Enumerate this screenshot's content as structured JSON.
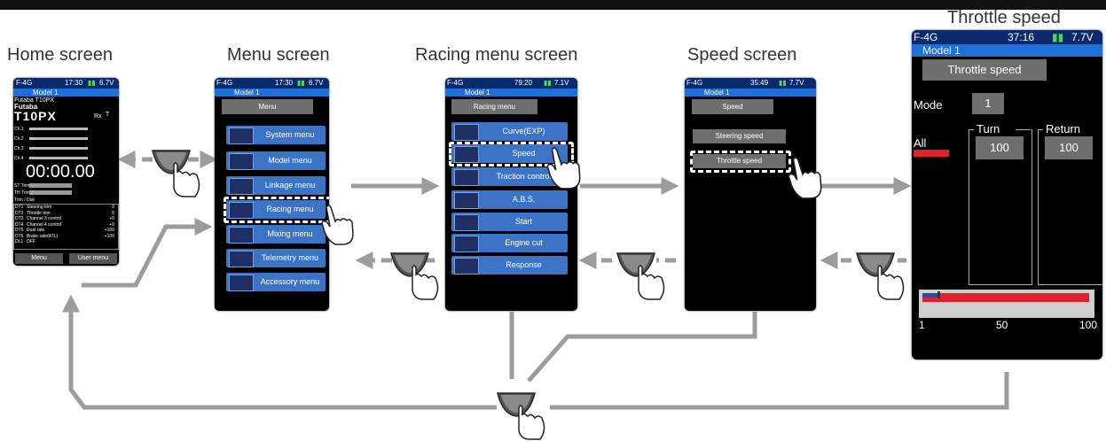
{
  "captions": {
    "home": "Home screen",
    "menu": "Menu screen",
    "racing": "Racing menu screen",
    "speed": "Speed screen",
    "throttle": "Throttle speed"
  },
  "status": {
    "mode": "F-4G",
    "model": "Model 1",
    "home_time": "17:30",
    "home_volt": "6.7V",
    "menu_time": "17:30",
    "menu_volt": "6.7V",
    "racing_time": "79:20",
    "racing_volt": "7.1V",
    "speed_time": "35:49",
    "speed_volt": "7.7V",
    "throttle_time": "37:16",
    "throttle_volt": "7.7V"
  },
  "home": {
    "brand_line": "Futaba T10PX",
    "brand": "Futaba",
    "product": "T10PX",
    "rx": "Rx",
    "t": "T",
    "ch": [
      "Ch.1",
      "Ch.2",
      "Ch.3",
      "Ch.4"
    ],
    "timer": "00:00.00",
    "st_trim": "ST Trim",
    "th_trim": "TH Trim",
    "trim_title": "Trim / Dial",
    "trim_rows": [
      {
        "code": "DT1",
        "name": "Steering trim",
        "val": "0"
      },
      {
        "code": "DT2",
        "name": "Throttle trim",
        "val": "0"
      },
      {
        "code": "DT3",
        "name": "Channel 3 control",
        "val": "+0"
      },
      {
        "code": "DT4",
        "name": "Channel 4 control",
        "val": "+0"
      },
      {
        "code": "DT5",
        "name": "Dual rate",
        "val": "+100"
      },
      {
        "code": "DT6",
        "name": "Brake rate(ATL)",
        "val": "+100"
      },
      {
        "code": "DL1",
        "name": "OFF",
        "val": ""
      }
    ],
    "btn_menu": "Menu",
    "btn_user": "User menu"
  },
  "menu": {
    "title": "Menu",
    "items": [
      {
        "icon": "SYS",
        "label": "System menu"
      },
      {
        "icon": "MDL",
        "label": "Model menu"
      },
      {
        "icon": "",
        "label": "Linkage menu"
      },
      {
        "icon": "",
        "label": "Racing menu"
      },
      {
        "icon": "",
        "label": "Mixing menu"
      },
      {
        "icon": "TELE",
        "label": "Telemetry menu"
      },
      {
        "icon": "ACC",
        "label": "Accessory menu"
      }
    ]
  },
  "racing": {
    "title": "Racing menu",
    "items": [
      {
        "icon": "",
        "label": "Curve(EXP)"
      },
      {
        "icon": "",
        "label": "Speed"
      },
      {
        "icon": "",
        "label": "Traction control"
      },
      {
        "icon": "ABS",
        "label": "A.B.S."
      },
      {
        "icon": "START",
        "label": "Start"
      },
      {
        "icon": "",
        "label": "Engine cut"
      },
      {
        "icon": "",
        "label": "Response"
      }
    ]
  },
  "speed": {
    "title": "Speed",
    "steering": "Steering speed",
    "throttle": "Throttle speed"
  },
  "throttle": {
    "title": "Throttle speed",
    "mode_label": "Mode",
    "mode_value": "1",
    "all": "All",
    "turn_label": "Turn",
    "turn_value": "100",
    "return_label": "Return",
    "return_value": "100",
    "bar_fraction": 0.09,
    "ticks": [
      "1",
      "50",
      "100"
    ]
  }
}
